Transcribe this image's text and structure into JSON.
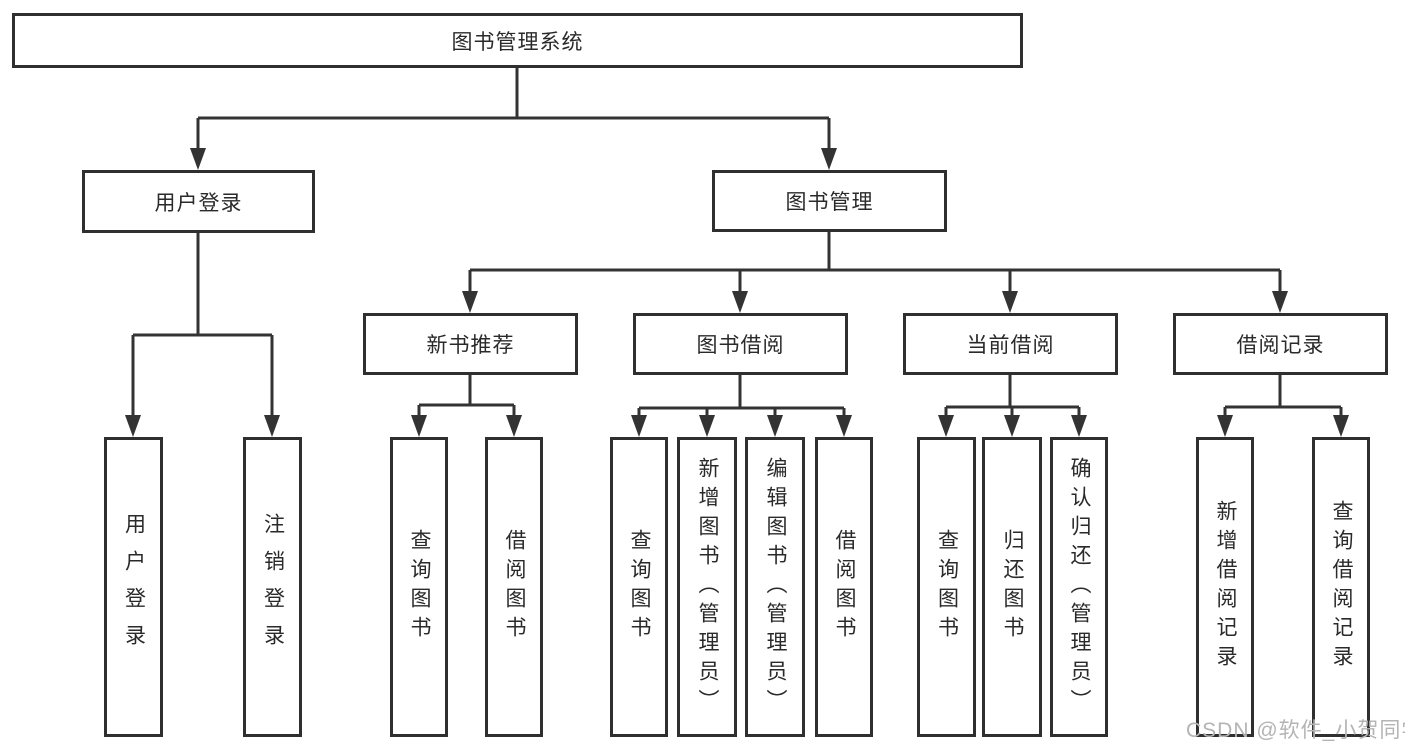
{
  "colors": {
    "line": "#333333",
    "box_border": "#2f2f2f",
    "text": "#2a2a2a",
    "watermark": "#b4b4b4",
    "background": "#ffffff"
  },
  "tree": {
    "root": {
      "label": "图书管理系统",
      "children": [
        {
          "label": "用户登录",
          "children": [
            {
              "label": "用户登录"
            },
            {
              "label": "注销登录"
            }
          ]
        },
        {
          "label": "图书管理",
          "children": [
            {
              "label": "新书推荐",
              "children": [
                {
                  "label": "查询图书"
                },
                {
                  "label": "借阅图书"
                }
              ]
            },
            {
              "label": "图书借阅",
              "children": [
                {
                  "label": "查询图书"
                },
                {
                  "label": "新增图书（管理员）"
                },
                {
                  "label": "编辑图书（管理员）"
                },
                {
                  "label": "借阅图书"
                }
              ]
            },
            {
              "label": "当前借阅",
              "children": [
                {
                  "label": "查询图书"
                },
                {
                  "label": "归还图书"
                },
                {
                  "label": "确认归还（管理员）"
                }
              ]
            },
            {
              "label": "借阅记录",
              "children": [
                {
                  "label": "新增借阅记录"
                },
                {
                  "label": "查询借阅记录"
                }
              ]
            }
          ]
        }
      ]
    }
  },
  "watermark": {
    "text": "CSDN @软件_小贺同学"
  }
}
